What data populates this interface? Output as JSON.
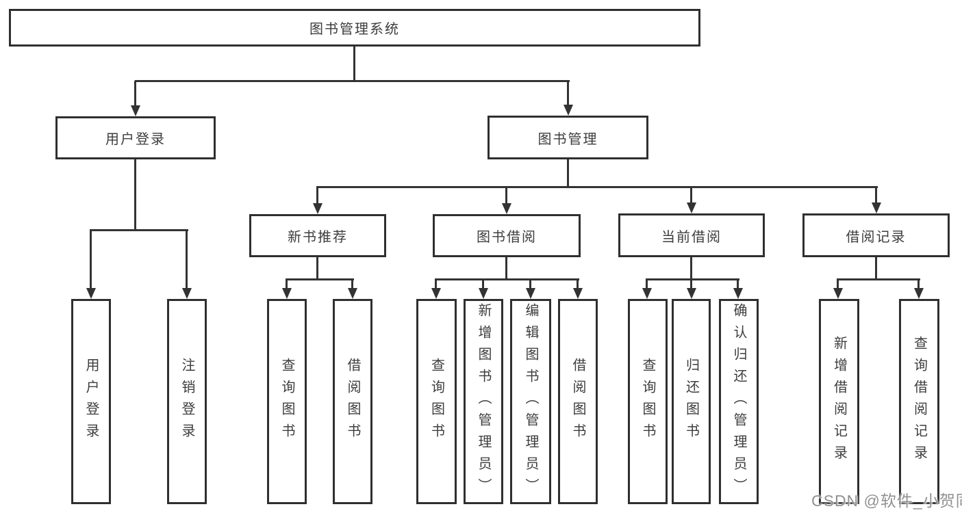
{
  "tree": {
    "root": {
      "label": "图书管理系统"
    },
    "branches": [
      {
        "label": "用户登录",
        "children": [
          {
            "label": "用户登录"
          },
          {
            "label": "注销登录"
          }
        ]
      },
      {
        "label": "图书管理",
        "children": [
          {
            "label": "新书推荐",
            "children": [
              {
                "label": "查询图书"
              },
              {
                "label": "借阅图书"
              }
            ]
          },
          {
            "label": "图书借阅",
            "children": [
              {
                "label": "查询图书"
              },
              {
                "label": "新增图书（管理员）"
              },
              {
                "label": "编辑图书（管理员）"
              },
              {
                "label": "借阅图书"
              }
            ]
          },
          {
            "label": "当前借阅",
            "children": [
              {
                "label": "查询图书"
              },
              {
                "label": "归还图书"
              },
              {
                "label": "确认归还（管理员）"
              }
            ]
          },
          {
            "label": "借阅记录",
            "children": [
              {
                "label": "新增借阅记录"
              },
              {
                "label": "查询借阅记录"
              }
            ]
          }
        ]
      }
    ]
  },
  "watermark": {
    "text": "CSDN @软件_小贺同学"
  },
  "colors": {
    "line": "#333333",
    "box_border": "#2f2f2f",
    "text": "#3d3d3d",
    "watermark": "#919191"
  }
}
